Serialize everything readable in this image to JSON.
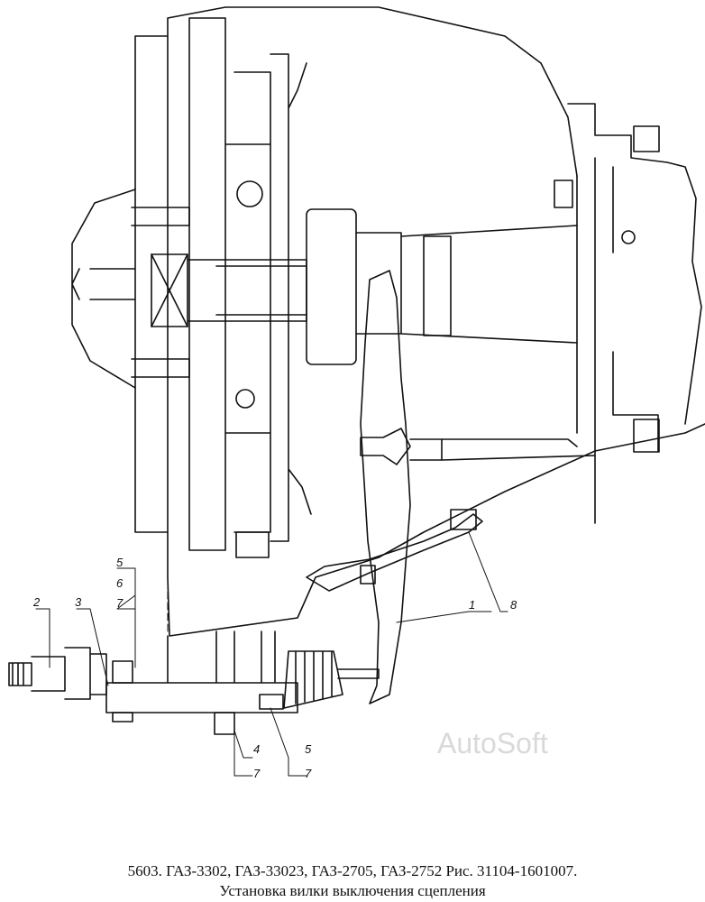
{
  "caption": {
    "line1": "5603.  ГАЗ-3302, ГАЗ-33023, ГАЗ-2705, ГАЗ-2752 Рис. 31104-1601007.",
    "line2": "Установка вилки выключения сцепления"
  },
  "watermark": "AutoSoft",
  "callouts": {
    "c1": "1",
    "c2": "2",
    "c3": "3",
    "c4": "4",
    "c5a": "5",
    "c5b": "5",
    "c6": "6",
    "c7a": "7",
    "c7b": "7",
    "c7c": "7",
    "c8": "8"
  },
  "colors": {
    "ink": "#111111",
    "paper": "#ffffff",
    "shade": "#c8c8c8",
    "watermark": "#d9d9d9"
  }
}
